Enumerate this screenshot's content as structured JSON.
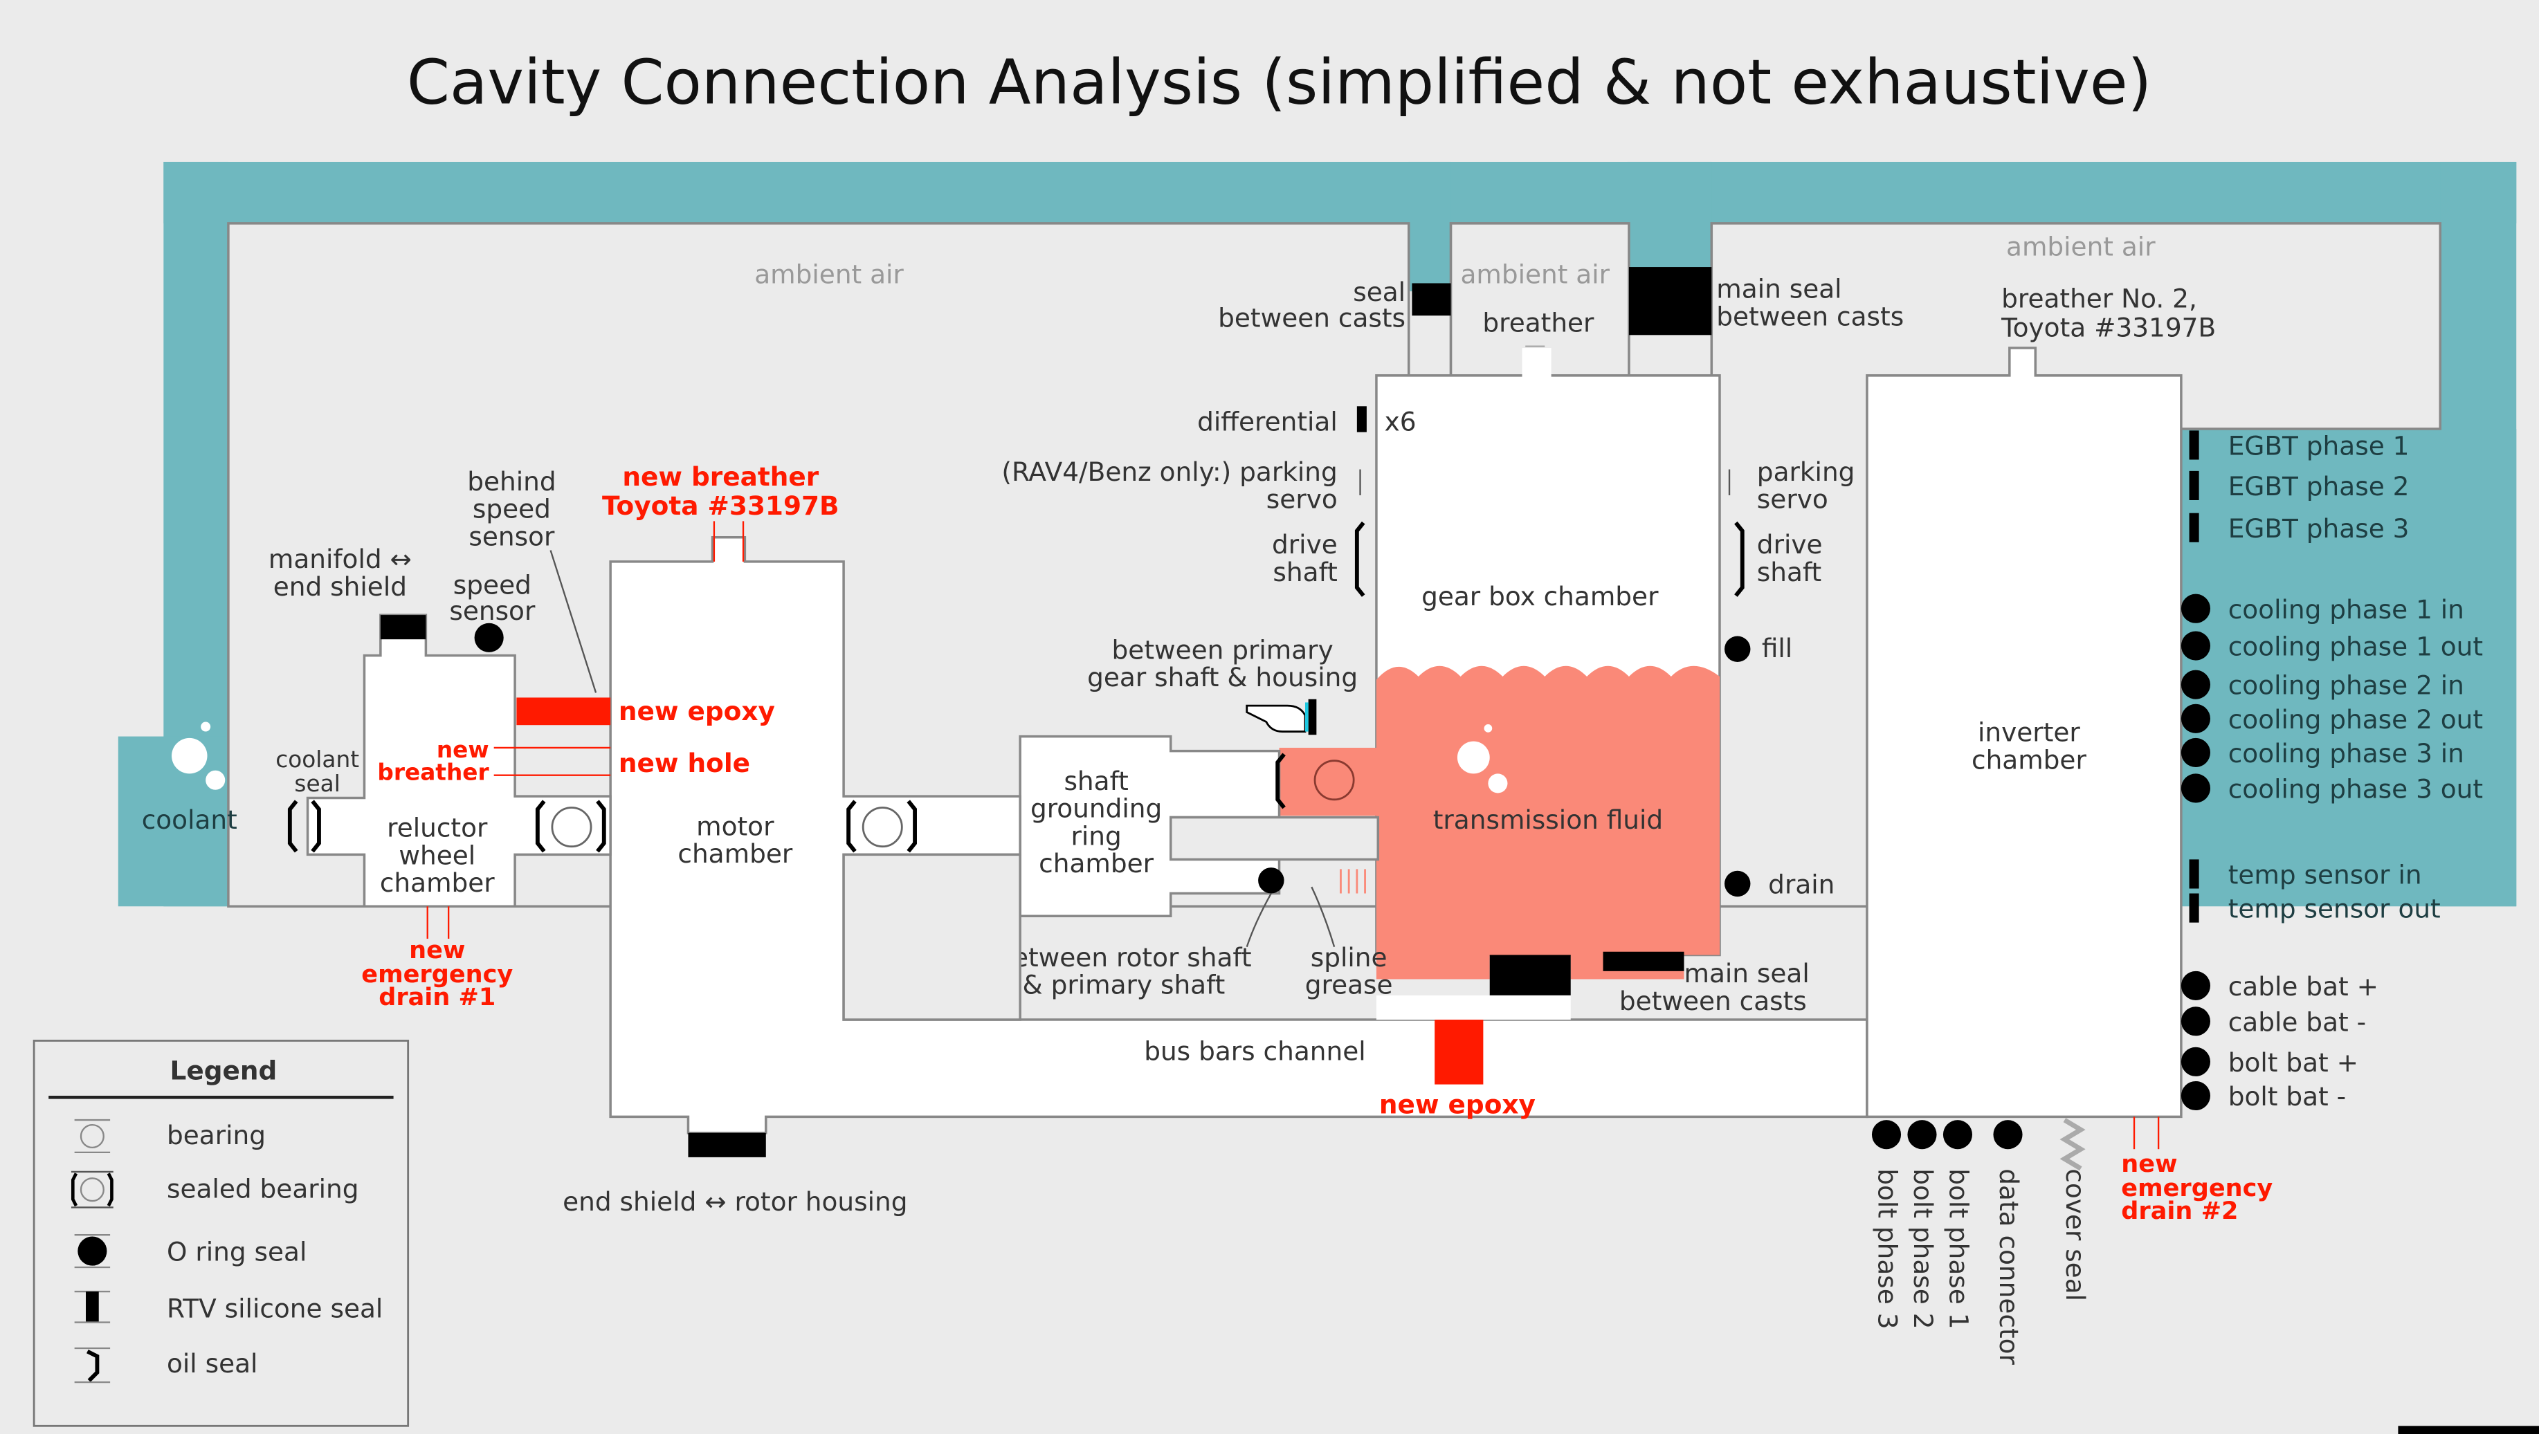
{
  "title": "Cavity Connection Analysis (simplified & not exhaustive)",
  "colors": {
    "coolant": "#6fb8bf",
    "transmission_fluid": "#fa8978",
    "new_mod": "#ff1a00",
    "chamber": "#ffffff",
    "ambient": "#ebebeb",
    "seal": "#000000"
  },
  "ambient": {
    "main": "ambient air",
    "breather_box": "ambient air",
    "right": "ambient air"
  },
  "chambers": {
    "coolant": "coolant",
    "reluctor": [
      "reluctor",
      "wheel",
      "chamber"
    ],
    "motor": [
      "motor",
      "chamber"
    ],
    "grounding": [
      "shaft",
      "grounding",
      "ring",
      "chamber"
    ],
    "gearbox": "gear box chamber",
    "transmission_fluid": "transmission fluid",
    "inverter": [
      "inverter",
      "chamber"
    ],
    "bus_bars": "bus bars channel"
  },
  "labels": {
    "seal_between_casts": [
      "seal",
      "between casts"
    ],
    "breather": "breather",
    "main_seal_top": [
      "main seal",
      "between casts"
    ],
    "breather_no2": [
      "breather No. 2,",
      "Toyota #33197B"
    ],
    "differential": "differential",
    "x6": "x6",
    "parking_servo_left": [
      "(RAV4/Benz only:) parking",
      "servo"
    ],
    "drive_shaft_left": [
      "drive",
      "shaft"
    ],
    "parking_servo_right": [
      "parking",
      "servo"
    ],
    "drive_shaft_right": [
      "drive",
      "shaft"
    ],
    "fill": "fill",
    "drain": "drain",
    "between_primary": [
      "between primary",
      "gear shaft & housing"
    ],
    "between_rotor": [
      "between rotor shaft",
      "& primary shaft"
    ],
    "spline_grease": [
      "spline",
      "grease"
    ],
    "main_seal_bottom": [
      "main seal",
      "between casts"
    ],
    "behind_speed_sensor": [
      "behind",
      "speed",
      "sensor"
    ],
    "manifold": [
      "manifold ↔",
      "end shield"
    ],
    "speed_sensor": [
      "speed",
      "sensor"
    ],
    "coolant_seal": [
      "coolant",
      "seal"
    ],
    "end_shield_rotor": "end shield ↔ rotor housing"
  },
  "new_mods": {
    "new_breather_top": [
      "new breather",
      "Toyota #33197B"
    ],
    "new_epoxy_left": "new epoxy",
    "new_hole": "new hole",
    "new_breather_left": [
      "new",
      "breather"
    ],
    "emergency_drain_1": [
      "new",
      "emergency",
      "drain #1"
    ],
    "new_epoxy_bottom": "new epoxy",
    "emergency_drain_2": [
      "new",
      "emergency",
      "drain #2"
    ]
  },
  "inverter_ports_right": [
    {
      "label": "EGBT phase 1",
      "seal": "rtv"
    },
    {
      "label": "EGBT phase 2",
      "seal": "rtv"
    },
    {
      "label": "EGBT phase 3",
      "seal": "rtv"
    },
    {
      "label": "cooling phase 1 in",
      "seal": "oring"
    },
    {
      "label": "cooling phase 1 out",
      "seal": "oring"
    },
    {
      "label": "cooling phase 2 in",
      "seal": "oring"
    },
    {
      "label": "cooling phase 2 out",
      "seal": "oring"
    },
    {
      "label": "cooling phase 3 in",
      "seal": "oring"
    },
    {
      "label": "cooling phase 3 out",
      "seal": "oring"
    },
    {
      "label": "temp sensor in",
      "seal": "rtv"
    },
    {
      "label": "temp sensor out",
      "seal": "rtv"
    },
    {
      "label": "cable bat +",
      "seal": "oring"
    },
    {
      "label": "cable bat -",
      "seal": "oring"
    },
    {
      "label": "bolt bat +",
      "seal": "oring"
    },
    {
      "label": "bolt bat -",
      "seal": "oring"
    }
  ],
  "inverter_ports_bottom": [
    {
      "label": "bolt phase 3",
      "seal": "oring"
    },
    {
      "label": "bolt phase 2",
      "seal": "oring"
    },
    {
      "label": "bolt phase 1",
      "seal": "oring"
    },
    {
      "label": "data connector",
      "seal": "oring"
    },
    {
      "label": "cover seal",
      "seal": "gasket"
    }
  ],
  "legend": {
    "title": "Legend",
    "items": [
      {
        "icon": "bearing-icon",
        "label": "bearing"
      },
      {
        "icon": "sealed-bearing-icon",
        "label": "sealed bearing"
      },
      {
        "icon": "o-ring-seal-icon",
        "label": "O ring seal"
      },
      {
        "icon": "rtv-silicone-seal-icon",
        "label": "RTV silicone seal"
      },
      {
        "icon": "oil-seal-icon",
        "label": "oil seal"
      }
    ]
  }
}
